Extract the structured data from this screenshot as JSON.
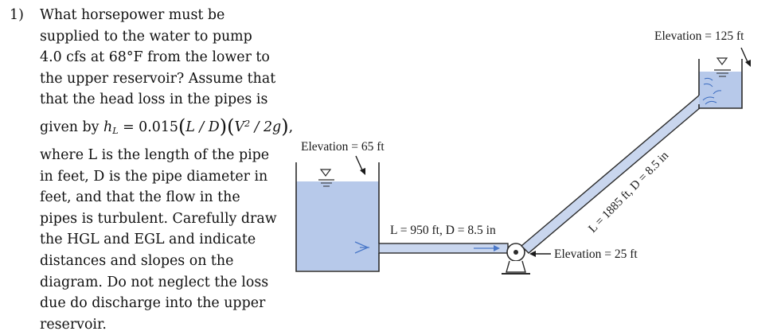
{
  "problem": {
    "number": "1)",
    "lines": [
      "What horsepower must be",
      "supplied to the water to pump",
      "4.0 cfs at 68°F from the lower to",
      "the upper reservoir? Assume that",
      "that the head loss in the pipes is"
    ],
    "formula_prefix": "given by",
    "formula": {
      "h": "h",
      "h_sub": "L",
      "equals": " = 0.015",
      "l_over_d": "L / D",
      "v2": "V",
      "v2_sup": "2",
      "over_2g": " / 2g"
    },
    "formula_suffix": ",",
    "lines_after": [
      "where L is the length of the pipe",
      "in feet, D is the pipe diameter in",
      "feet, and that the flow in the",
      "pipes is turbulent. Carefully draw",
      "the HGL and EGL and indicate",
      "distances and slopes on the",
      "diagram. Do not neglect the loss",
      "due do discharge into the upper",
      "reservoir."
    ]
  },
  "diagram": {
    "lower_elevation_label": "Elevation =  65 ft",
    "upper_elevation_label": "Elevation =  125 ft",
    "pump_elevation_label": "Elevation =  25 ft",
    "horizontal_pipe_label": "L = 950 ft, D = 8.5 in",
    "inclined_pipe_label": "L = 1885 ft, D = 8.5 in",
    "colors": {
      "water": "#b7c9ea",
      "pipe_fill": "#c9d6ee",
      "outline": "#2b2b2b",
      "flow_arrow": "#4a78c8"
    }
  }
}
